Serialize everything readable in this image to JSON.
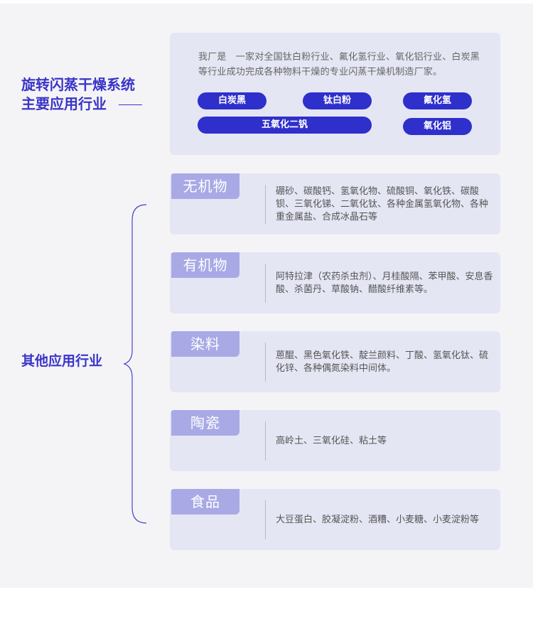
{
  "main_heading": {
    "line1": "旋转闪蒸干燥系统",
    "line2": "主要应用行业"
  },
  "intro": {
    "text": "我厂是　一家对全国钛白粉行业、氟化氢行业、氧化铝行业、白炭黑等行业成功完成各种物料干燥的专业闪蒸干燥机制造厂家。",
    "pills": [
      "白炭黑",
      "钛白粉",
      "氟化氢",
      "五氧化二钒",
      "氧化铝"
    ]
  },
  "other_heading": "其他应用行业",
  "categories": [
    {
      "name": "无机物",
      "desc": "硼砂、碳酸钙、氢氧化物、硫酸铜、氧化铁、碳酸钡、三氧化锑、二氧化钛、各种金属氢氧化物、各种重金属盐、合成冰晶石等"
    },
    {
      "name": "有机物",
      "desc": "阿特拉津（农药杀虫剂）、月桂酸隔、苯甲酸、安息香酸、杀菌丹、草酸钠、醋酸纤维素等。"
    },
    {
      "name": "染料",
      "desc": "蒽醌、黑色氧化铁、靛兰颜料、丁酸、氢氧化钛、硫化锌、各种偶氮染料中间体。"
    },
    {
      "name": "陶瓷",
      "desc": "高岭土、三氧化硅、粘土等"
    },
    {
      "name": "食品",
      "desc": "大豆蛋白、胶凝淀粉、酒糟、小麦糖、小麦淀粉等"
    }
  ],
  "colors": {
    "accent": "#3a34c7",
    "pill": "#2f2fcc",
    "card": "#e5e6f4",
    "tag": "#a9a9e6",
    "page": "#f4f4f7"
  }
}
